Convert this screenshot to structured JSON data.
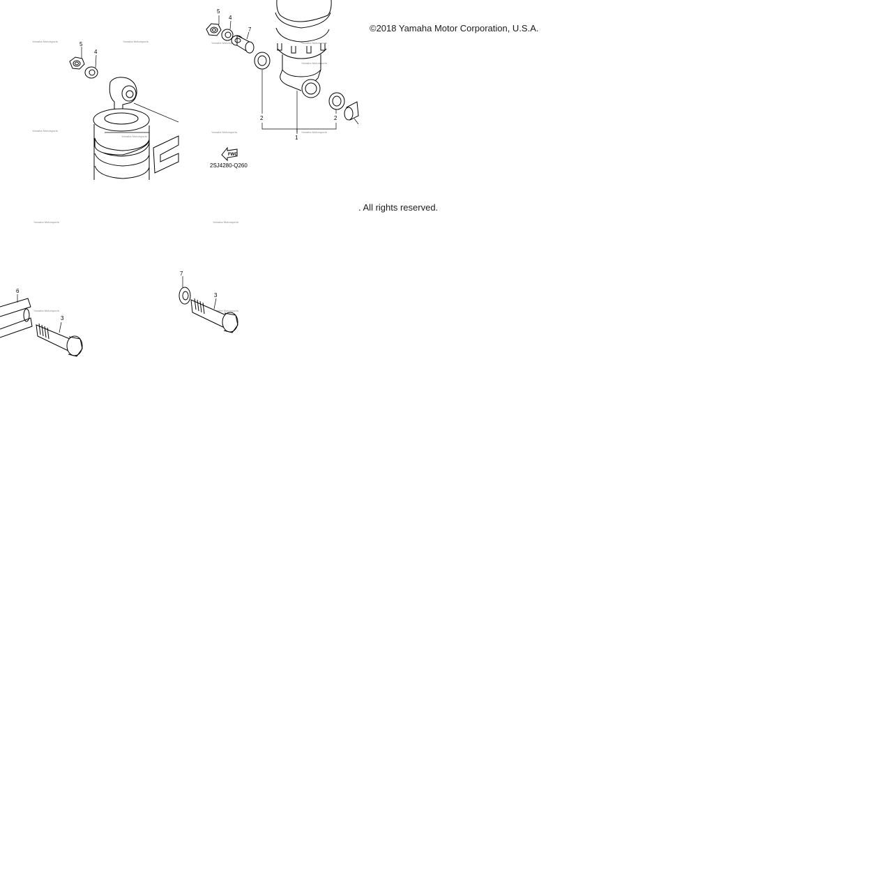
{
  "copyright": "©2018 Yamaha Motor Corporation, U.S.A.",
  "rights": ". All rights reserved.",
  "diagram": {
    "part_code": "2SJ4280-Q260",
    "fwd_label": "FWD",
    "watermark": "Yamaha Motorsports",
    "callouts": {
      "top_left_5": "5",
      "top_left_4": "4",
      "top_mid_5": "5",
      "top_mid_4": "4",
      "top_mid_7": "7",
      "mid_2_left": "2",
      "mid_2_right": "2",
      "mid_1": "1",
      "bottom_left_6": "6",
      "bottom_left_3": "3",
      "bottom_mid_7": "7",
      "bottom_mid_3": "3"
    }
  }
}
